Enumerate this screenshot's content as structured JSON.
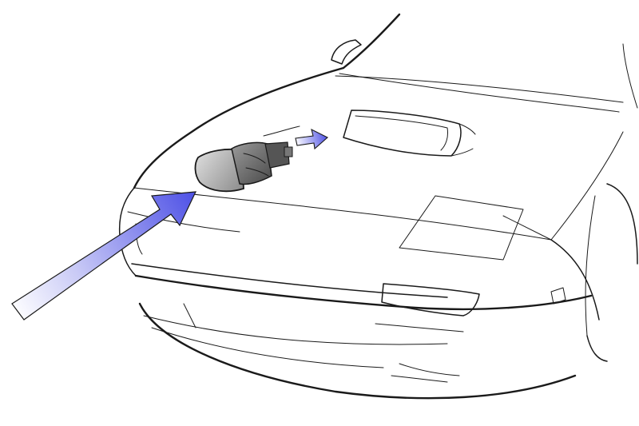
{
  "illustration": {
    "subject": "car-front-end-line-drawing",
    "part": "headlight-bulb-socket",
    "arrows": [
      {
        "name": "insert-direction-arrow",
        "color": "#5a5ee8"
      },
      {
        "name": "bulb-connector-arrow",
        "color": "#5a5ee8"
      }
    ],
    "colors": {
      "line": "#1a1a1a",
      "background": "#ffffff",
      "arrow_fill_strong": "#4f52e6",
      "arrow_fill_light": "#ffffff",
      "bulb_body": "#707070"
    }
  }
}
